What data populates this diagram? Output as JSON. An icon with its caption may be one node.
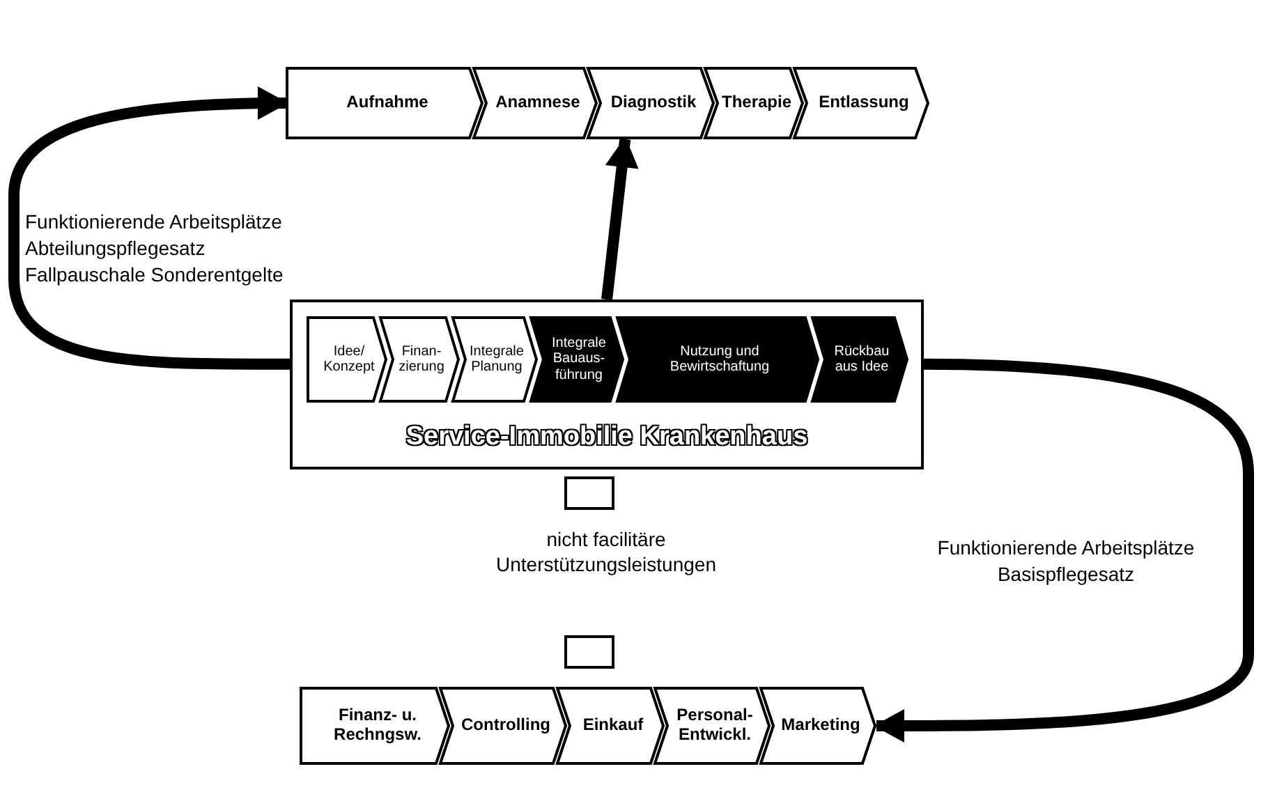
{
  "diagram": {
    "nodes": [
      {
        "text": [
          "Aufnahme"
        ]
      },
      {
        "text": [
          "Anamnese"
        ]
      },
      {
        "text": [
          "Diagnostik"
        ]
      },
      {
        "text": [
          "Therapie"
        ]
      },
      {
        "text": [
          "Entlassung"
        ]
      },
      {
        "text": [
          "Service-Immobilie Krankenhaus"
        ]
      },
      {
        "text": [
          "Idee/ Konzept"
        ],
        "in": 5
      },
      {
        "text": [
          "Finan- zierung"
        ],
        "in": 5
      },
      {
        "text": [
          "Integrale Planung"
        ],
        "in": 5
      },
      {
        "text": [
          "Integrale Bauaus- führung"
        ],
        "in": 5
      },
      {
        "text": [
          "Nutzung und Bewirtschaftung"
        ],
        "in": 5
      },
      {
        "text": [
          "Rückbau aus Idee"
        ],
        "in": 5
      },
      {
        "text": [],
        "shape": "box"
      },
      {
        "text": [
          "nicht facilitäre Unterstützungsleistungen"
        ]
      },
      {
        "text": [],
        "shape": "box"
      },
      {
        "text": [
          "Finanz- u. Rechngsw."
        ]
      },
      {
        "text": [
          "Controlling"
        ]
      },
      {
        "text": [
          "Einkauf"
        ]
      },
      {
        "text": [
          "Personal- Entwickl."
        ]
      },
      {
        "text": [
          "Marketing"
        ]
      }
    ],
    "edges": [
      {
        "from": 5,
        "to": 2,
        "arrow": "to"
      },
      {
        "from": 5,
        "to": 0,
        "arrow": "to",
        "label": "Funktionierende Arbeitsplätze Abteilungspflegesatz Fallpauschale Sonderentgelte"
      },
      {
        "from": 5,
        "to": 19,
        "arrow": "to",
        "label": "Funktionierende Arbeitsplätze Basispflegesatz"
      }
    ]
  }
}
